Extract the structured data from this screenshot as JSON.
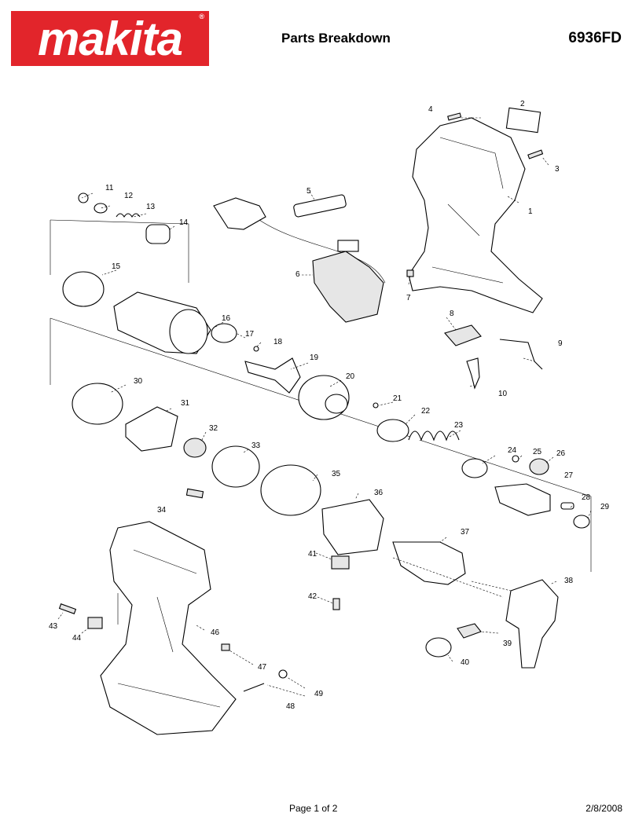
{
  "header": {
    "brand": "makita",
    "registered": "®",
    "title": "Parts Breakdown",
    "model": "6936FD"
  },
  "footer": {
    "page": "Page 1 of 2",
    "date": "2/8/2008"
  },
  "part_numbers": [
    "1",
    "2",
    "3",
    "4",
    "5",
    "6",
    "7",
    "8",
    "9",
    "10",
    "11",
    "12",
    "13",
    "14",
    "15",
    "16",
    "17",
    "18",
    "19",
    "20",
    "21",
    "22",
    "23",
    "24",
    "25",
    "26",
    "27",
    "28",
    "29",
    "30",
    "31",
    "32",
    "33",
    "34",
    "35",
    "36",
    "37",
    "38",
    "39",
    "40",
    "41",
    "42",
    "43",
    "44",
    "46",
    "47",
    "48",
    "49"
  ]
}
